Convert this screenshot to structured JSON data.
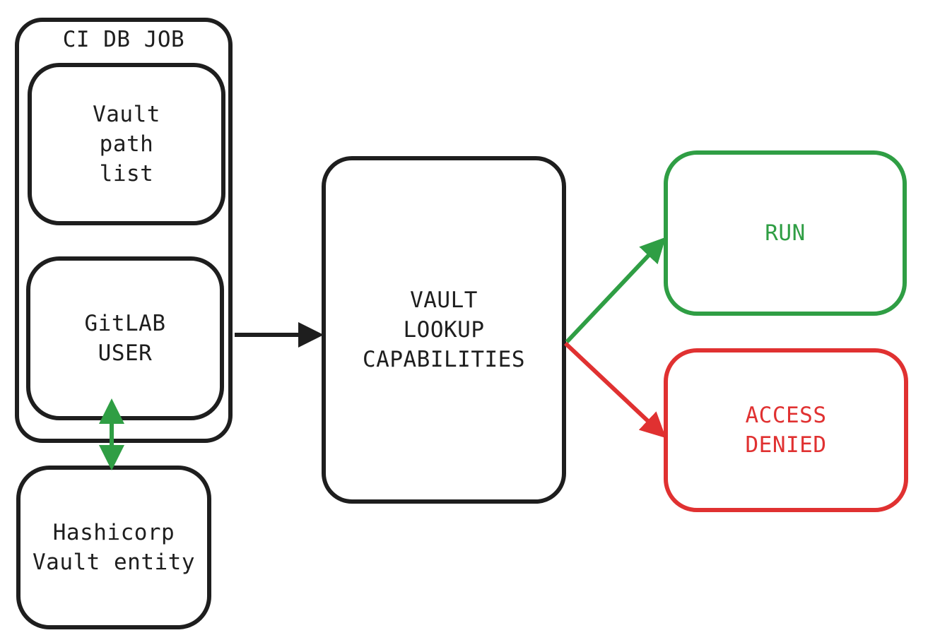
{
  "diagram": {
    "ci_db_job": {
      "title": "CI DB JOB"
    },
    "vault_path_list": {
      "lines": [
        "Vault",
        "path",
        "list"
      ]
    },
    "gitlab_user": {
      "lines": [
        "GitLAB",
        "USER"
      ]
    },
    "hashicorp_entity": {
      "lines": [
        "Hashicorp",
        "Vault entity"
      ]
    },
    "vault_lookup": {
      "lines": [
        "VAULT",
        "LOOKUP",
        "CAPABILITIES"
      ]
    },
    "run": {
      "label": "RUN"
    },
    "access_denied": {
      "lines": [
        "ACCESS",
        "DENIED"
      ]
    }
  },
  "colors": {
    "stroke": "#1e1e1e",
    "allow": "#2f9e44",
    "deny": "#e03131"
  }
}
